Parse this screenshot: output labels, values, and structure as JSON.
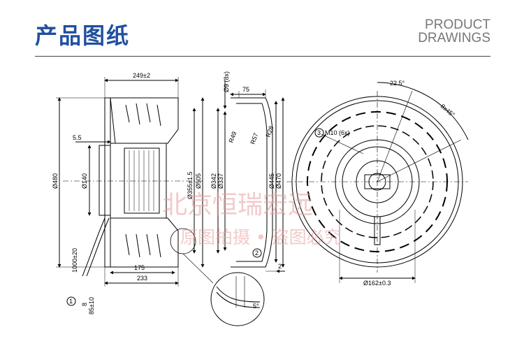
{
  "header": {
    "title_cn": "产品图纸",
    "title_en_line1": "PRODUCT",
    "title_en_line2": "DRAWINGS"
  },
  "watermark": {
    "line1": "北京恒瑞宏远",
    "line2": "原图拍摄 • 盗图必究"
  },
  "side_view": {
    "width_top": "249±2",
    "flange_offset": "5.5",
    "dia_480": "Ø480",
    "dia_140": "Ø140",
    "dia_355": "Ø355±1.5",
    "dia_505": "Ø505",
    "cable_length": "1000±20",
    "width_175": "175",
    "width_233": "233",
    "label_8": "8",
    "label_85": "85±10",
    "marker_1": "1"
  },
  "section_view": {
    "holes": "Ø9 (8x)",
    "width_75": "75",
    "r49": "R49",
    "r57": "R57",
    "r28": "R28",
    "dia_342": "Ø342",
    "dia_337": "Ø337",
    "dia_445": "Ø445",
    "dia_470": "Ø470",
    "marker_2": "2",
    "gap_2": "2",
    "angle_5": "5°"
  },
  "front_view": {
    "angle_22": "22.5°",
    "angle_8x45": "8x45°",
    "marker_3": "3",
    "thread": "M10 (6x)",
    "dia_162": "Ø162±0.3"
  }
}
